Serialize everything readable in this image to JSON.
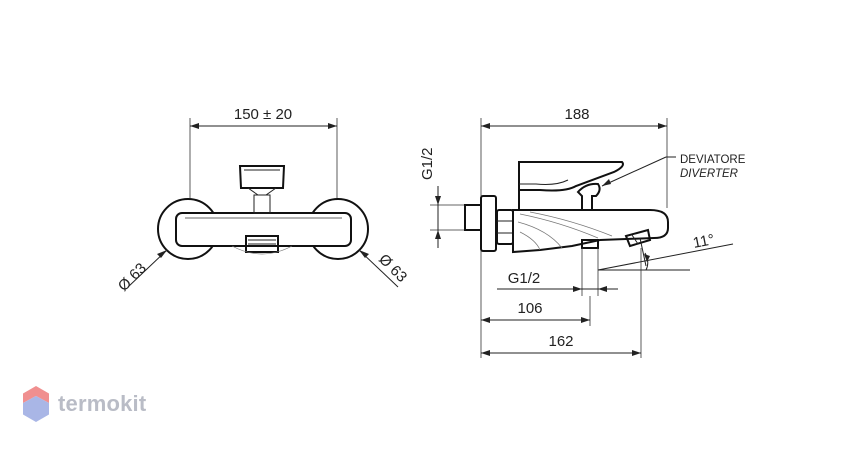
{
  "front_view": {
    "width_dim": "150 ± 20",
    "diameter_left": "Ø 63",
    "diameter_right": "Ø 63"
  },
  "side_view": {
    "overall_dim": "188",
    "inlet_thread_vertical": "G1/2",
    "outlet_thread": "G1/2",
    "dim_106": "106",
    "dim_162": "162",
    "angle": "11°",
    "diverter_it": "DEVIATORE",
    "diverter_en": "DIVERTER"
  },
  "watermark": {
    "text": "termokit",
    "colors": {
      "top": "#f08f8f",
      "bottom": "#a9b6e6",
      "text": "#b9bcc6"
    }
  }
}
